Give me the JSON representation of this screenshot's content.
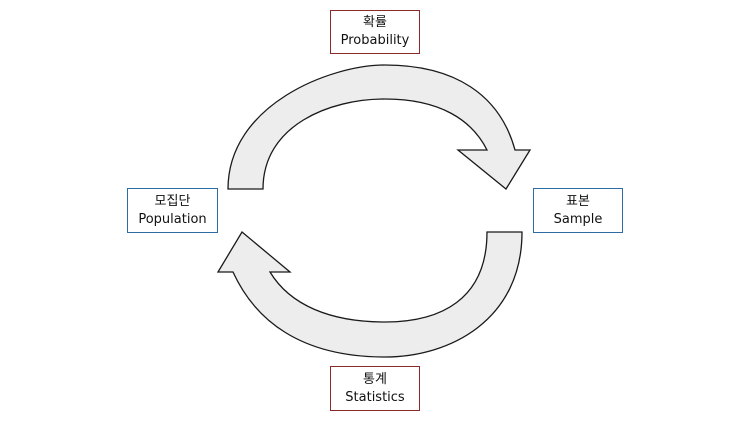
{
  "nodes": {
    "probability": {
      "korean": "확률",
      "english": "Probability",
      "border_color": "#8b2a2a"
    },
    "population": {
      "korean": "모집단",
      "english": "Population",
      "border_color": "#2e6da4"
    },
    "sample": {
      "korean": "표본",
      "english": "Sample",
      "border_color": "#2e6da4"
    },
    "statistics": {
      "korean": "통계",
      "english": "Statistics",
      "border_color": "#8b2a2a"
    }
  },
  "arrows": [
    {
      "from": "population",
      "to": "sample",
      "via": "probability"
    },
    {
      "from": "sample",
      "to": "population",
      "via": "statistics"
    }
  ],
  "arrow_fill": "#ededed"
}
